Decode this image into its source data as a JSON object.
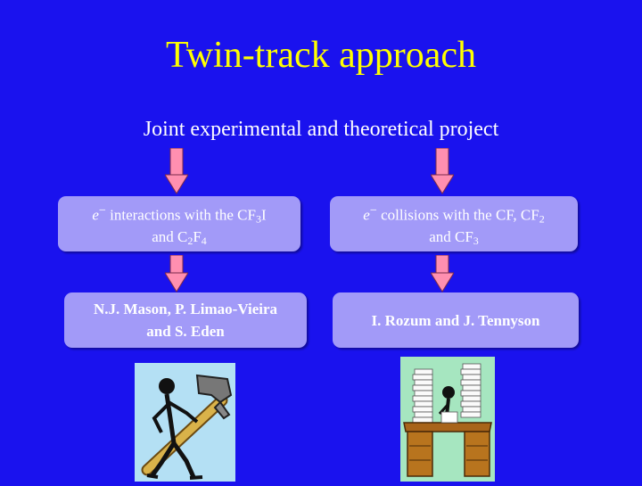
{
  "slide": {
    "title": "Twin-track approach",
    "subtitle": "Joint experimental and theoretical project"
  },
  "left": {
    "top_box": {
      "electron": "e",
      "minus": "−",
      "text1": " interactions with the CF",
      "sub1": "3",
      "text2": "I",
      "text3": "and C",
      "sub2": "2",
      "text4": "F",
      "sub3": "4"
    },
    "bottom_box": {
      "line1": "N.J. Mason, P. Limao-Vieira",
      "line2": "and S. Eden"
    }
  },
  "right": {
    "top_box": {
      "electron": "e",
      "minus": "−",
      "text1": " collisions with the CF, CF",
      "sub1": "2",
      "text3": "and CF",
      "sub2": "3"
    },
    "bottom_box": {
      "line1": "I. Rozum and J. Tennyson"
    }
  },
  "colors": {
    "background": "#1a12ee",
    "title": "#ffff00",
    "box": "#a29af8",
    "arrow": "#ff8fb0"
  }
}
